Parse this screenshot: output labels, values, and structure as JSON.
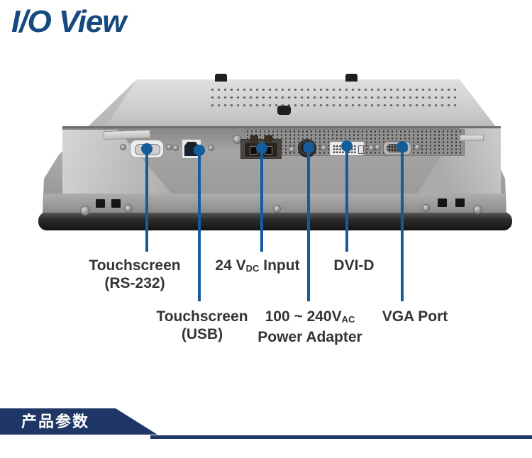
{
  "header": {
    "title": "I/O View"
  },
  "colors": {
    "title_blue": "#164a7f",
    "callout_blue": "#155c9b",
    "banner_navy": "#1f3766",
    "label_text": "#343434"
  },
  "device": {
    "alt": "Rear photo of panel PC showing I/O connector area"
  },
  "callouts": {
    "rs232": {
      "line1": "Touchscreen",
      "line2": "(RS-232)"
    },
    "usb": {
      "line1": "Touchscreen",
      "line2": "(USB)"
    },
    "vdc": {
      "pre": "24 V",
      "sub": "DC",
      "post": " Input"
    },
    "power": {
      "pre": "100 ~ 240V",
      "sub": "AC",
      "line2": "Power Adapter"
    },
    "dvi": {
      "label": "DVI-D"
    },
    "vga": {
      "label": "VGA Port"
    }
  },
  "footer": {
    "banner": "产品参数"
  }
}
